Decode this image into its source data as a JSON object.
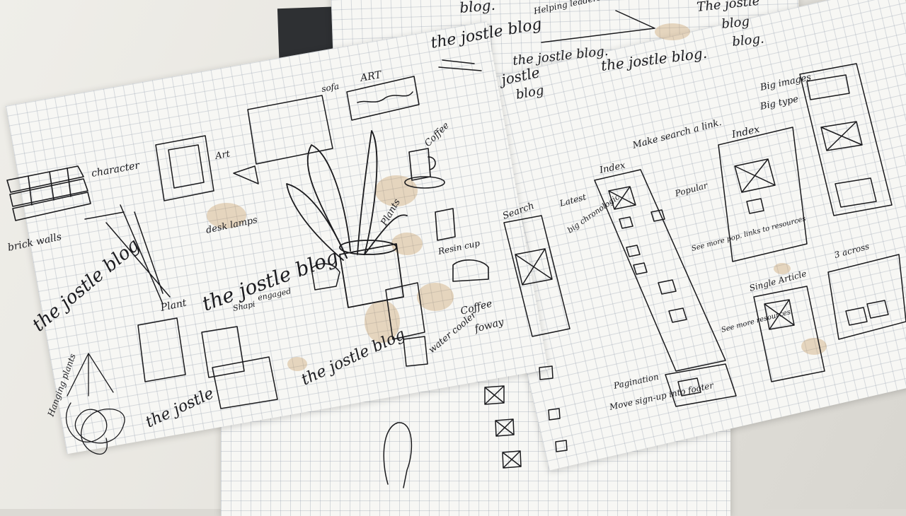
{
  "scene": {
    "description_labels": {
      "top_sheet": [
        "blog.",
        "Helping leaders",
        "The jostle",
        "the jostle blog",
        "the jostle blog.",
        "the jostle blog.",
        "blog",
        "jostle",
        "blog",
        "blog."
      ],
      "left_sheet": [
        "ART",
        "sofa",
        "Art",
        "character",
        "brick walls",
        "desk lamps",
        "Coffee",
        "Plants",
        "the jostle blog",
        "Resin cup",
        "the jostle blog",
        "Plant",
        "Shapi",
        "engaged",
        "Coffee",
        "foway",
        "Hanging plants",
        "the jostle",
        "the jostle blog",
        "water cooler"
      ],
      "right_sheet": [
        "Big images",
        "Big type",
        "Index",
        "Make search a link.",
        "Index",
        "Search",
        "Latest",
        "big chronologic",
        "Popular",
        "See more pop. links to resources",
        "See more resources",
        "Single Article",
        "3 across",
        "Pagination",
        "Move sign-up into footer"
      ]
    },
    "colors": {
      "desk": "#e7e5df",
      "paper": "#f7f7f4",
      "ink": "#1a1a1d",
      "coffee_stain": "#c4965a"
    }
  }
}
